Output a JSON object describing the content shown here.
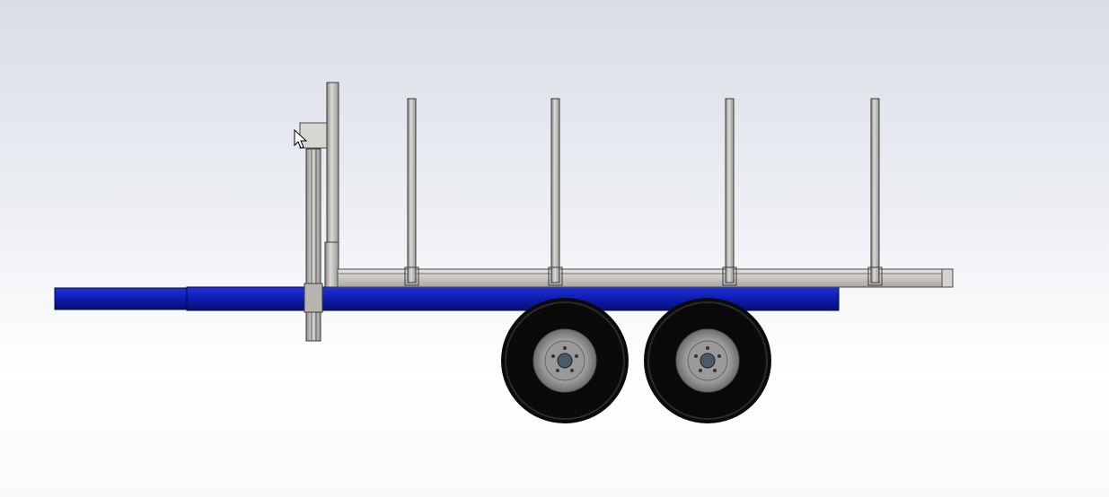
{
  "viewport": {
    "type": "3d-cad-viewport",
    "view": "side"
  },
  "model": {
    "name": "",
    "parts": [
      {
        "id": "drawbar",
        "kind": "tube"
      },
      {
        "id": "main-frame",
        "kind": "beam"
      },
      {
        "id": "loading-bed",
        "kind": "beam"
      },
      {
        "id": "headboard",
        "kind": "post"
      },
      {
        "id": "crane-post",
        "kind": "post"
      },
      {
        "id": "stake",
        "kind": "post",
        "count": 4
      },
      {
        "id": "wheel",
        "kind": "wheel",
        "count": 2
      }
    ]
  },
  "colors": {
    "frame_blue": "#0d1bb0",
    "frame_blue_dark": "#06106e",
    "bed_gray": "#c9c6c1",
    "edge_gray": "#4a4a4a",
    "tire_black": "#0a0a0a",
    "rim_gray": "#8e8e8e"
  },
  "cursor": {
    "icon": "arrow-pointer-icon"
  }
}
